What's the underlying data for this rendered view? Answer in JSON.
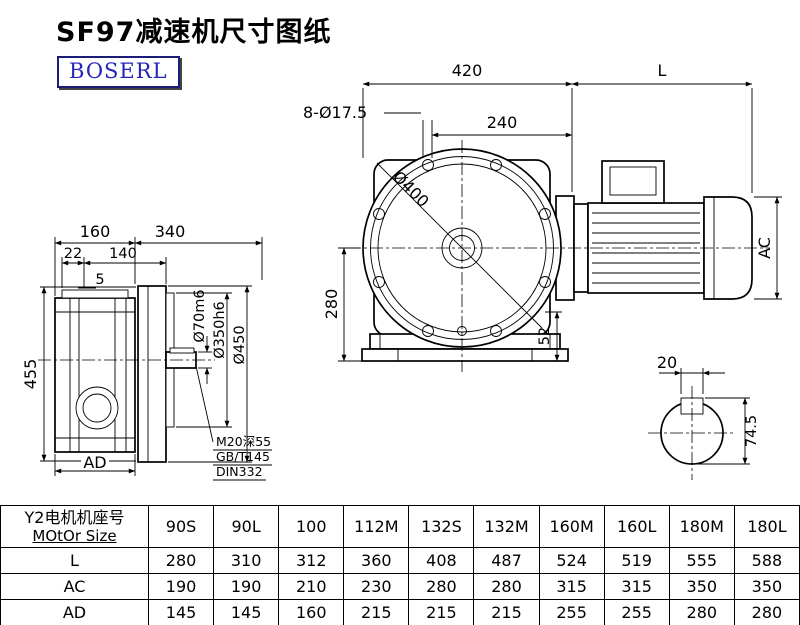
{
  "title": "SF97减速机尺寸图纸",
  "logo": "BOSERL",
  "dims": {
    "top_420": "420",
    "top_L": "L",
    "bolt_note": "8-Ø17.5",
    "top_240": "240",
    "flange_dia": "Ø400",
    "center_height": "280",
    "motor_ac": "AC",
    "side_160": "160",
    "side_340": "340",
    "side_22": "22",
    "side_140": "140",
    "side_5": "5",
    "shaft_dia": "Ø70m6",
    "spigot_dia": "Ø350h6",
    "flange_od": "Ø450",
    "side_455": "455",
    "side_ad": "AD",
    "tap_note_1": "M20深55",
    "tap_note_2": "GB/T145",
    "tap_note_3": "DIN332",
    "foot_52": "52",
    "key_20": "20",
    "key_74_5": "74.5"
  },
  "table": {
    "header_cn": "Y2电机机座号",
    "header_en": "MOtOr Size",
    "columns": [
      "90S",
      "90L",
      "100",
      "112M",
      "132S",
      "132M",
      "160M",
      "160L",
      "180M",
      "180L"
    ],
    "rows": [
      {
        "label": "L",
        "values": [
          "280",
          "310",
          "312",
          "360",
          "408",
          "487",
          "524",
          "519",
          "555",
          "588"
        ]
      },
      {
        "label": "AC",
        "values": [
          "190",
          "190",
          "210",
          "230",
          "280",
          "280",
          "315",
          "315",
          "350",
          "350"
        ]
      },
      {
        "label": "AD",
        "values": [
          "145",
          "145",
          "160",
          "215",
          "215",
          "215",
          "255",
          "255",
          "280",
          "280"
        ]
      }
    ]
  }
}
